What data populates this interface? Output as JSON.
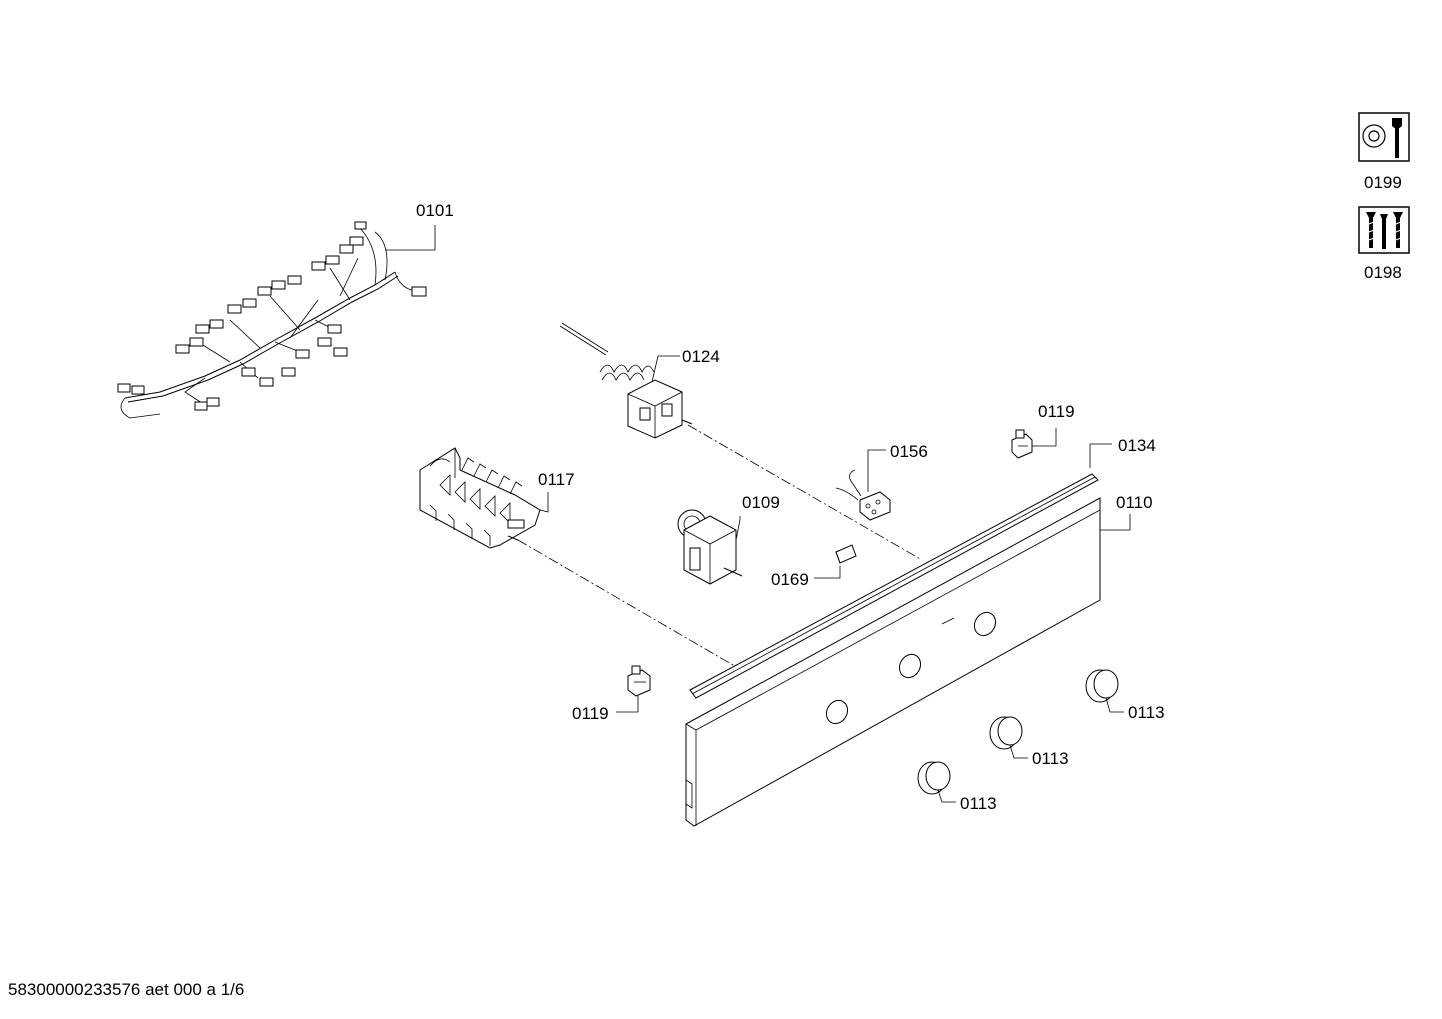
{
  "parts": {
    "p0101": "0101",
    "p0124": "0124",
    "p0117": "0117",
    "p0109": "0109",
    "p0156": "0156",
    "p0169": "0169",
    "p0119_top": "0119",
    "p0119_bottom": "0119",
    "p0134": "0134",
    "p0110": "0110",
    "p0113_right": "0113",
    "p0113_mid": "0113",
    "p0113_left": "0113"
  },
  "accessories": {
    "tools_label": "0199",
    "tools_icon": "wrench-screwdriver-icon",
    "screws_label": "0198",
    "screws_icon": "screws-icon"
  },
  "footer": {
    "code": "58300000233576 aet 000 a 1/6"
  }
}
